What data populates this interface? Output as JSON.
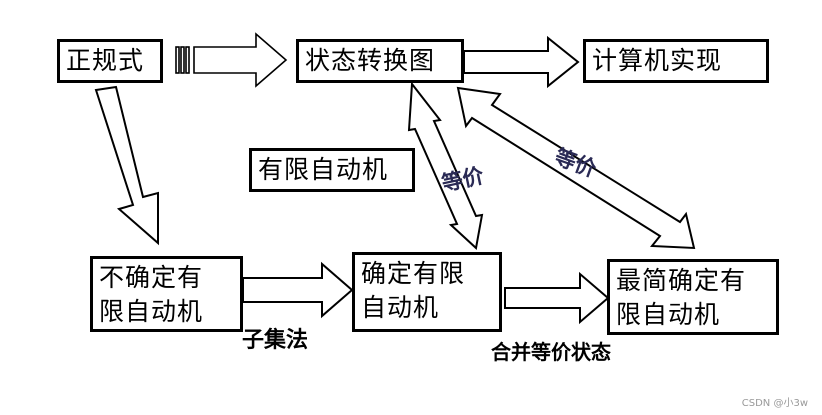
{
  "nodes": {
    "regex": "正规式",
    "state_diagram": "状态转换图",
    "implementation": "计算机实现",
    "finite_automaton": "有限自动机",
    "nfa": "不确定有\n限自动机",
    "dfa": "确定有限\n自动机",
    "min_dfa": "最简确定有\n限自动机"
  },
  "edge_labels": {
    "subset": "子集法",
    "merge": "合并等价状态",
    "equiv_left": "等价",
    "equiv_right": "等价"
  },
  "watermark": "CSDN @小3w"
}
